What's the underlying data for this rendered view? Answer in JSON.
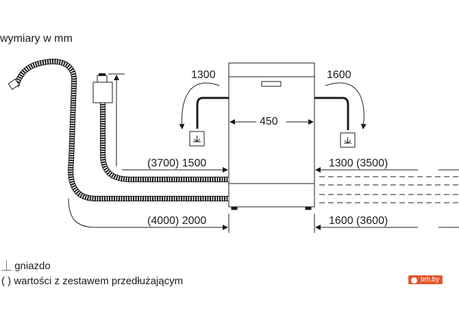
{
  "units_note": "wymiary w mm",
  "dimensions": {
    "width": "450",
    "left_height": "1300",
    "right_height": "1600",
    "left_upper_hose": "(3700) 1500",
    "left_lower_hose": "(4000) 2000",
    "right_upper_hose": "1300 (3500)",
    "right_lower_hose": "1600 (3600)"
  },
  "legend": {
    "socket_symbol": "⏊",
    "socket_label": "gniazdo",
    "ext_symbol": "( )",
    "ext_label": "wartości z zestawem przedłużającym"
  },
  "watermark": "teh.by",
  "colors": {
    "line": "#1a1a1a",
    "watermark": "#e4572e"
  }
}
